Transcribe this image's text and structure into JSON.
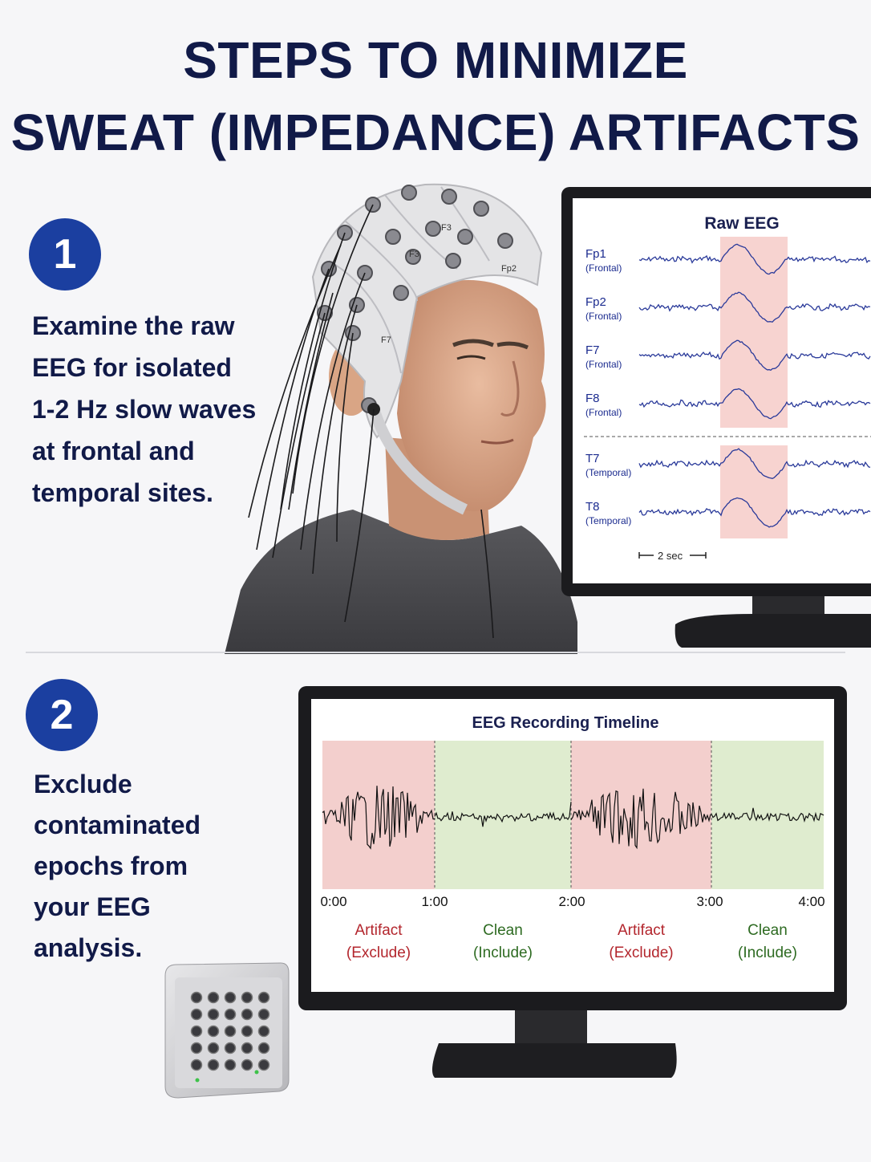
{
  "title": {
    "line1": "STEPS TO MINIMIZE",
    "line2": "SWEAT (IMPEDANCE) ARTIFACTS"
  },
  "steps": [
    {
      "number": "1",
      "lines": [
        "Examine the raw",
        "EEG for isolated",
        "1-2 Hz slow waves",
        "at frontal and",
        "temporal sites."
      ]
    },
    {
      "number": "2",
      "lines": [
        "Exclude",
        "contaminated",
        "epochs from",
        "your EEG",
        "analysis."
      ]
    }
  ],
  "cap_labels": [
    "F3",
    "F3",
    "Fp2",
    "F7"
  ],
  "raw_eeg": {
    "title": "Raw EEG",
    "channels": [
      {
        "name": "Fp1",
        "region": "(Frontal)"
      },
      {
        "name": "Fp2",
        "region": "(Frontal)"
      },
      {
        "name": "F7",
        "region": "(Frontal)"
      },
      {
        "name": "F8",
        "region": "(Frontal)"
      },
      {
        "name": "T7",
        "region": "(Temporal)"
      },
      {
        "name": "T8",
        "region": "(Temporal)"
      }
    ],
    "scale_label": "2 sec",
    "highlight_color": "#f7d3d0",
    "trace_color": "#2a3a9a"
  },
  "timeline": {
    "title": "EEG Recording Timeline",
    "ticks": [
      "0:00",
      "1:00",
      "2:00",
      "3:00",
      "4:00"
    ],
    "segments": [
      {
        "label1": "Artifact",
        "label2": "(Exclude)",
        "kind": "artifact"
      },
      {
        "label1": "Clean",
        "label2": "(Include)",
        "kind": "clean"
      },
      {
        "label1": "Artifact",
        "label2": "(Exclude)",
        "kind": "artifact"
      },
      {
        "label1": "Clean",
        "label2": "(Include)",
        "kind": "clean"
      }
    ],
    "colors": {
      "artifact_bg": "#f3cfcd",
      "clean_bg": "#dfeccf",
      "artifact_text": "#b3262d",
      "clean_text": "#2e6b22"
    }
  }
}
